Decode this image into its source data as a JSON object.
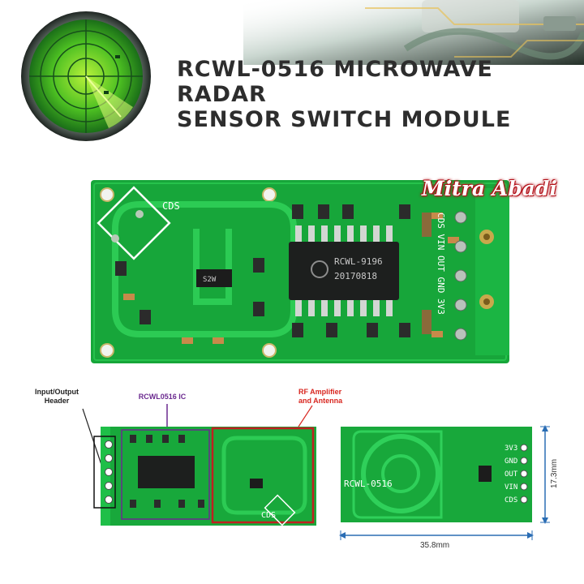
{
  "title": {
    "line1": "RCWL-0516 MICROWAVE RADAR",
    "line2": "SENSOR SWITCH MODULE"
  },
  "brand": "Mitra Abadi",
  "main_board": {
    "cds_label": "CDS",
    "ic_text_1": "RCWL-9196",
    "ic_text_2": "20170818",
    "pin_labels": "CDS VIN OUT GND 3V3"
  },
  "diagram": {
    "label_header": "Input/Output Header",
    "label_ic": "RCWL0516 IC",
    "label_rf": "RF Amplifier and Antenna",
    "front_cds": "CDS",
    "back_board_text": "RCWL-0516",
    "back_pins": [
      "3V3",
      "GND",
      "OUT",
      "VIN",
      "CDS"
    ],
    "dim_height": "17.3mm",
    "dim_width": "35.8mm"
  },
  "colors": {
    "pcb_green": "#17a63a",
    "pcb_dark": "#0d7a2a",
    "label_red": "#d8261f",
    "label_purple": "#6b2a8f",
    "dim_blue": "#2a6db4"
  },
  "icons": [
    "radar-icon",
    "circuit-background"
  ]
}
